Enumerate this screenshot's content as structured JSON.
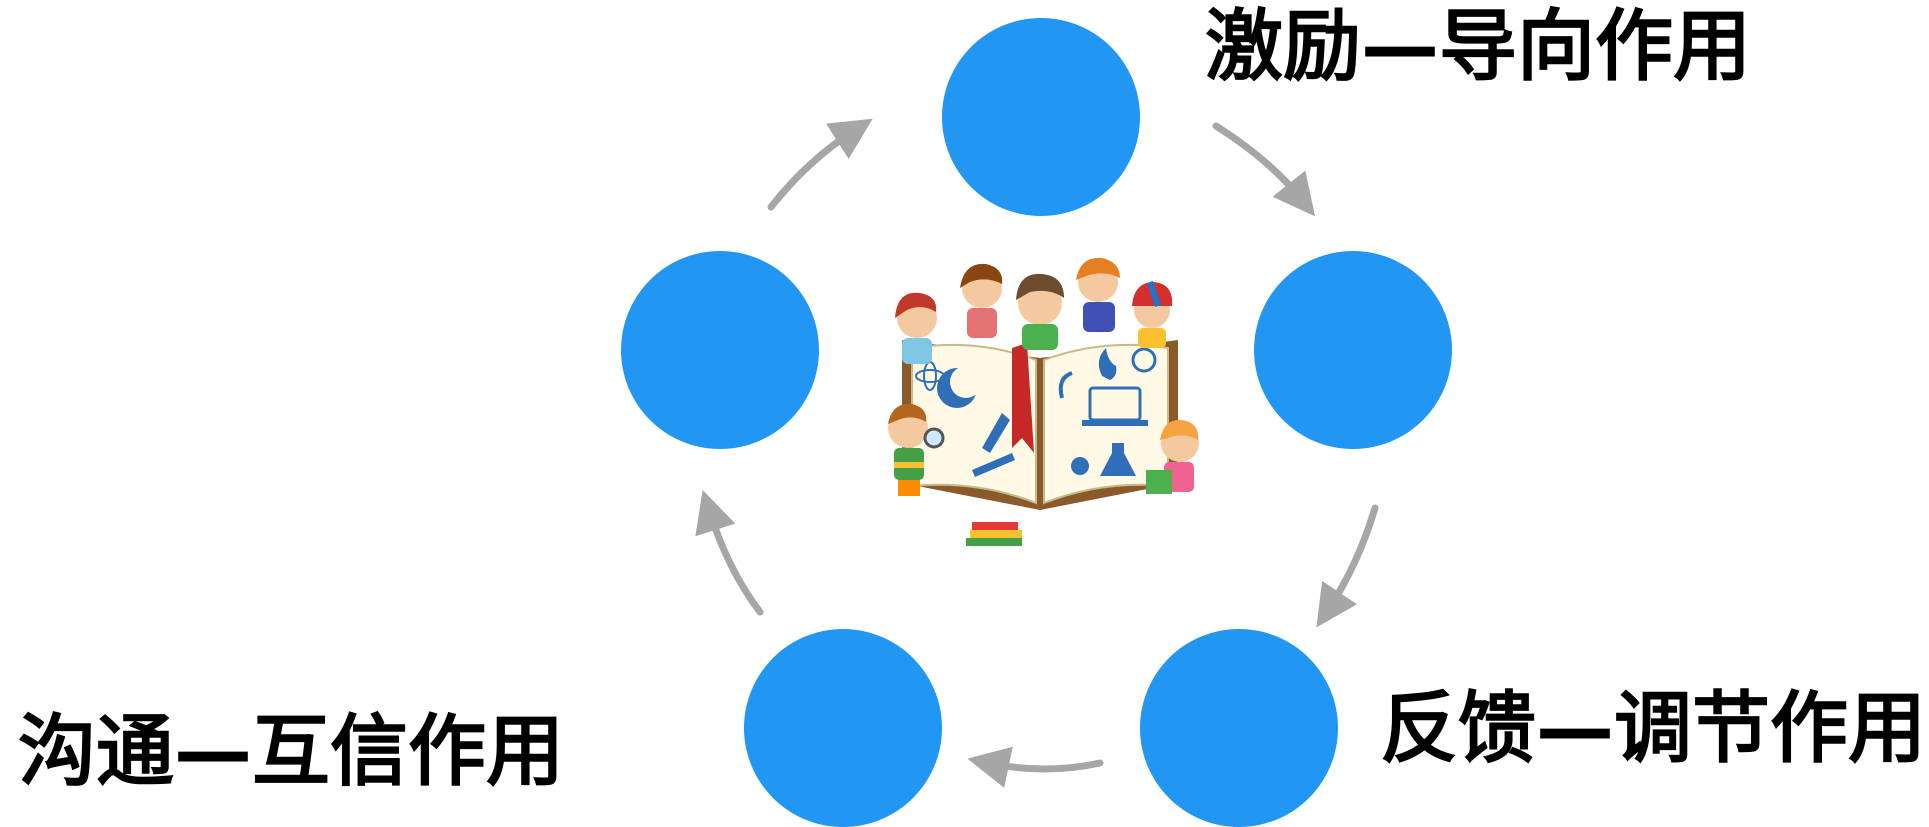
{
  "labels": {
    "top_right": "激励—导向作用",
    "bottom_right": "反馈—调节作用",
    "bottom_left": "沟通—互信作用"
  },
  "colors": {
    "node": "#2196F3",
    "arrow": "#A6A6A6",
    "text": "#000000"
  },
  "nodes": [
    {
      "id": "top"
    },
    {
      "id": "right"
    },
    {
      "id": "bottom-right"
    },
    {
      "id": "bottom-left"
    },
    {
      "id": "left"
    }
  ],
  "center_image": {
    "icon": "children-reading-book-illustration"
  }
}
